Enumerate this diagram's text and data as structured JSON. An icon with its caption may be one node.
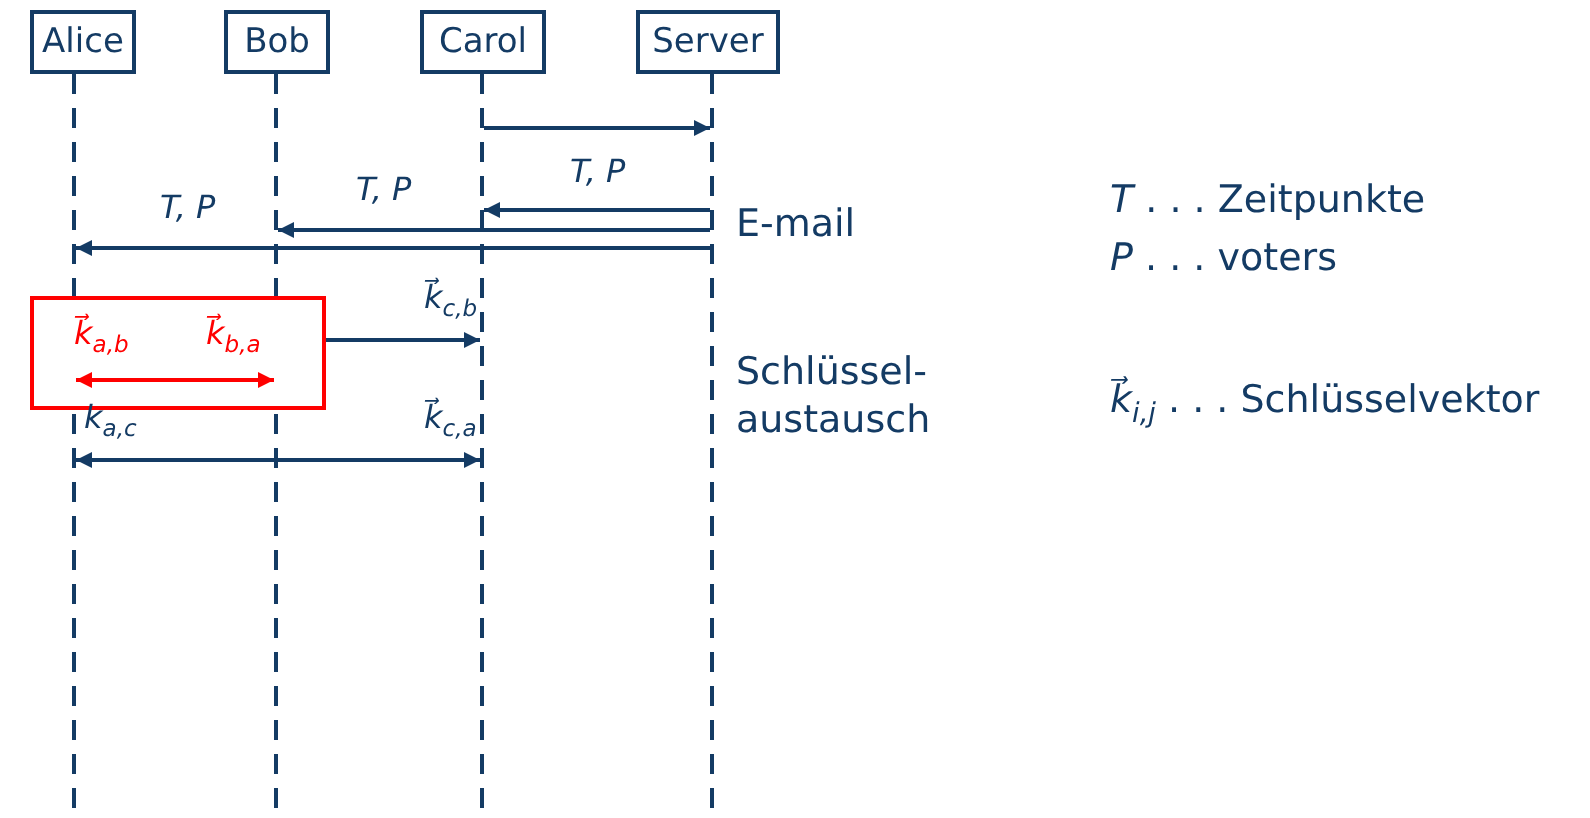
{
  "diagram": {
    "nodes": [
      {
        "text": [
          "Alice"
        ]
      },
      {
        "text": [
          "Bob"
        ]
      },
      {
        "text": [
          "Carol"
        ]
      },
      {
        "text": [
          "Server"
        ]
      },
      {
        "text": [],
        "shape": "line"
      },
      {
        "text": [],
        "shape": "line"
      },
      {
        "text": [],
        "shape": "line"
      },
      {
        "text": [],
        "shape": "line"
      }
    ],
    "edges": [
      {
        "from": 6,
        "to": 7,
        "arrow": "to"
      },
      {
        "from": 7,
        "to": 6,
        "arrow": "to",
        "label": "T, P"
      },
      {
        "from": 7,
        "to": 5,
        "arrow": "to",
        "label": "T, P"
      },
      {
        "from": 7,
        "to": 4,
        "arrow": "to",
        "label": "T, P"
      },
      {
        "from": 5,
        "to": 6,
        "arrow": "to",
        "label": "k⃗$_{c,b}$"
      },
      {
        "from": 4,
        "to": 5,
        "arrow": "both",
        "color": "#ff0000"
      },
      {
        "from": 4,
        "to": 6,
        "arrow": "both",
        "label": "k⃗$_{c,a}$"
      }
    ],
    "labels": [
      "k⃗$_{a,b}$",
      "k⃗$_{b,a}$",
      "k$_{a,c}$",
      "E-mail",
      "Schlüssel- austausch",
      "*T* . . . Zeitpunkte",
      "*P* . . . voters",
      "*k⃗*$_{i,j}$ . . . Schlüsselvektor"
    ]
  }
}
